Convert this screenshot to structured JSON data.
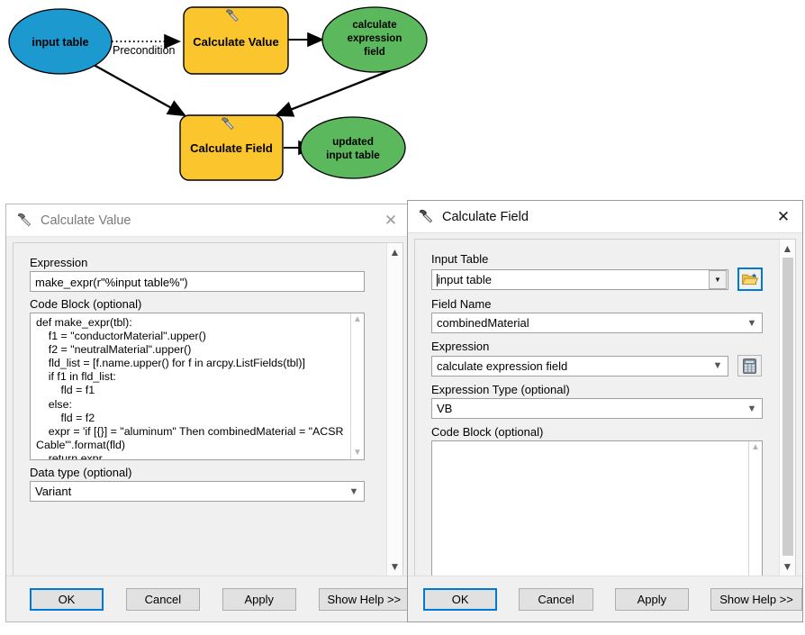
{
  "diagram": {
    "name": "model-builder-diagram",
    "colors": {
      "blue": "#1c9ad0",
      "yellow": "#fbc52d",
      "green": "#5cb85c",
      "outline": "#000000"
    },
    "nodes": [
      {
        "id": "input-table",
        "type": "ellipse",
        "label": "input table",
        "color": "#1c9ad0"
      },
      {
        "id": "calculate-value",
        "type": "process",
        "label": "Calculate Value",
        "color": "#fbc52d"
      },
      {
        "id": "calculate-expression-field",
        "type": "ellipse",
        "label": "calculate\nexpression\nfield",
        "color": "#5cb85c"
      },
      {
        "id": "calculate-field",
        "type": "process",
        "label": "Calculate Field",
        "color": "#fbc52d"
      },
      {
        "id": "updated-input-table",
        "type": "ellipse",
        "label": "updated\ninput table",
        "color": "#5cb85c"
      }
    ],
    "edge_label": "Precondition",
    "node_text": {
      "input_table": "input table",
      "calculate_value": "Calculate Value",
      "calc_expr_1": "calculate",
      "calc_expr_2": "expression",
      "calc_expr_3": "field",
      "calculate_field": "Calculate Field",
      "updated_1": "updated",
      "updated_2": "input table"
    }
  },
  "calculate_value_dialog": {
    "title": "Calculate Value",
    "title_icon": "hammer-icon",
    "close_label": "✕",
    "active": false,
    "fields": {
      "expression_label": "Expression",
      "expression_value": "make_expr(r\"%input table%\")",
      "code_block_label": "Code Block (optional)",
      "code_block_value": "def make_expr(tbl):\n    f1 = \"conductorMaterial\".upper()\n    f2 = \"neutralMaterial\".upper()\n    fld_list = [f.name.upper() for f in arcpy.ListFields(tbl)]\n    if f1 in fld_list:\n        fld = f1\n    else:\n        fld = f2\n    expr = 'if [{}] = \"aluminum\" Then combinedMaterial = \"ACSR Cable\"'.format(fld)\n    return expr",
      "data_type_label": "Data type (optional)",
      "data_type_value": "Variant"
    },
    "buttons": {
      "ok": "OK",
      "cancel": "Cancel",
      "apply": "Apply",
      "show_help": "Show Help >>"
    }
  },
  "calculate_field_dialog": {
    "title": "Calculate Field",
    "title_icon": "hammer-icon",
    "close_label": "✕",
    "active": true,
    "fields": {
      "input_table_label": "Input Table",
      "input_table_value": "input table",
      "browse_icon": "open-folder-icon",
      "field_name_label": "Field Name",
      "field_name_value": "combinedMaterial",
      "expression_label": "Expression",
      "expression_value": "calculate expression field",
      "expression_builder_icon": "calculator-icon",
      "expression_type_label": "Expression Type (optional)",
      "expression_type_value": "VB",
      "code_block_label": "Code Block (optional)",
      "code_block_value": ""
    },
    "buttons": {
      "ok": "OK",
      "cancel": "Cancel",
      "apply": "Apply",
      "show_help": "Show Help >>"
    }
  }
}
